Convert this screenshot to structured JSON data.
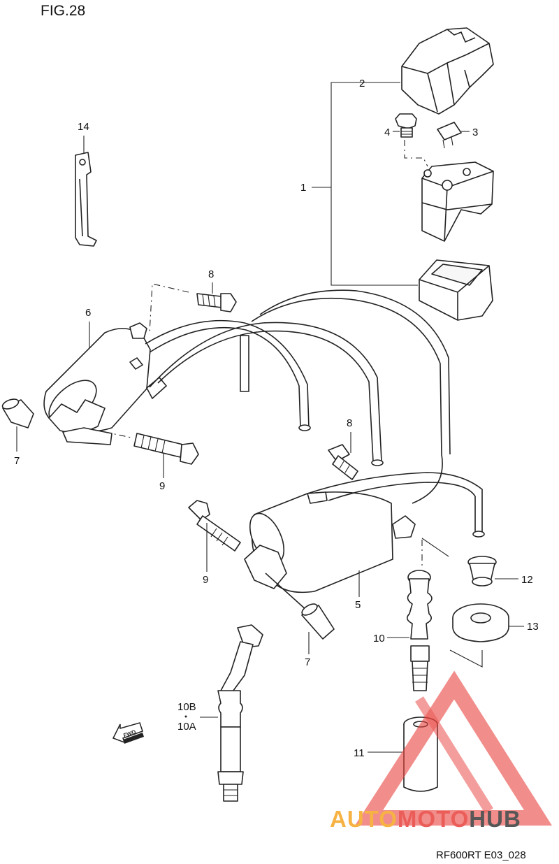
{
  "figure": {
    "title": "FIG.28",
    "code": "RF600RT E03_028"
  },
  "callouts": {
    "c1": "1",
    "c2": "2",
    "c3": "3",
    "c4": "4",
    "c5": "5",
    "c6": "6",
    "c7a": "7",
    "c7b": "7",
    "c8a": "8",
    "c8b": "8",
    "c9a": "9",
    "c9b": "9",
    "c10": "10",
    "c10b": "10B",
    "c10a": "10A",
    "c11": "11",
    "c12": "12",
    "c13": "13",
    "c14": "14"
  },
  "direction_arrow": {
    "label": "FWD",
    "icon": "forward-arrow-icon"
  },
  "watermark": {
    "text_auto": "AUTO",
    "text_moto": "MOTO",
    "text_hub": "HUB",
    "colors": {
      "triangle": "#e8413c",
      "auto": "#f5a623",
      "moto": "#e8413c",
      "hub": "#3a3a3a"
    }
  }
}
